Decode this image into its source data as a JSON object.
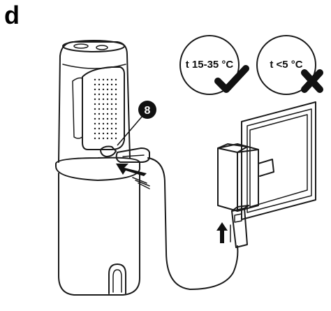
{
  "step_letter": "d",
  "callout_number": "8",
  "temp_ok_label": "t 15-35 °C",
  "temp_bad_label": "t <5 °C",
  "icons": {
    "ok": "checkmark-icon",
    "bad": "cross-icon",
    "plug_direction": "arrow-up-icon",
    "insert_direction": "arrow-right-icon"
  }
}
